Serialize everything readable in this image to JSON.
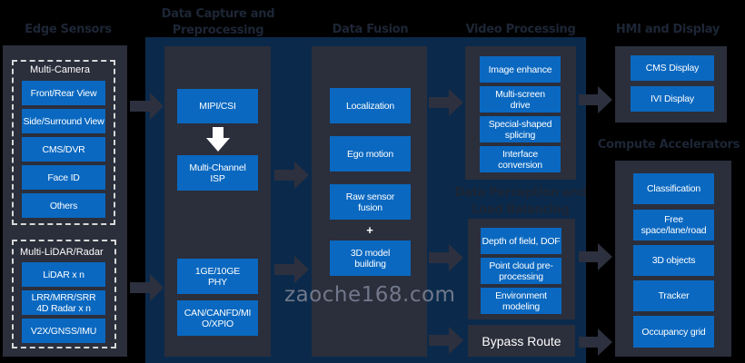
{
  "headings": {
    "edge": "Edge Sensors",
    "capture1": "Data Capture and",
    "capture2": "Preprocessing",
    "fusion": "Data Fusion",
    "video": "Video Processing",
    "hmi": "HMI and Display",
    "perception1": "Data Perception and",
    "perception2": "Load Balancing",
    "compute": "Compute Accelerators"
  },
  "edge": {
    "camera_label": "Multi-Camera",
    "camera": [
      "Front/Rear View",
      "Side/Surround View",
      "CMS/DVR",
      "Face ID",
      "Others"
    ],
    "lidar_label": "Multi-LiDAR/Radar",
    "lidar": [
      "LiDAR x n",
      "LRR/MRR/SRR 4D Radar x n",
      "V2X/GNSS/IMU"
    ]
  },
  "capture": [
    "MIPI/CSI",
    "Multi-Channel ISP",
    "1GE/10GE PHY",
    "CAN/CANFD/MIO/XPIO"
  ],
  "fusion": [
    "Localization",
    "Ego motion",
    "Raw sensor fusion",
    "+",
    "3D model building"
  ],
  "video": [
    "Image enhance",
    "Multi-screen drive",
    "Special-shaped splicing",
    "Interface conversion"
  ],
  "perception": [
    "Depth of field, DOF",
    "Point cloud pre-processing",
    "Environment modeling"
  ],
  "bypass": "Bypass Route",
  "hmi": [
    "CMS Display",
    "IVI Display"
  ],
  "compute": [
    "Classification",
    "Free space/lane/road",
    "3D objects",
    "Tracker",
    "Occupancy grid"
  ],
  "watermark": "zaoche168.com",
  "colors": {
    "block": "#0a68c0",
    "panel": "#2b2e3b",
    "region": "#0b2a4b",
    "background": "#000000"
  }
}
